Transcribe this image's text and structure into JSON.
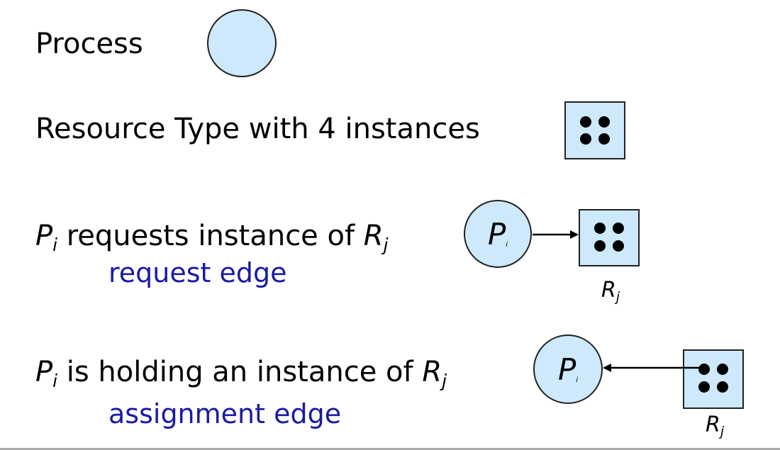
{
  "rows": {
    "process": {
      "label": "Process"
    },
    "resource": {
      "label": "Resource Type with 4 instances"
    },
    "request": {
      "label_var": "P",
      "label_var_sub": "i",
      "label_mid": " requests instance of ",
      "label_res": "R",
      "label_res_sub": "j",
      "caption": "request edge",
      "node_var": "P",
      "node_sub": "i",
      "res_var": "R",
      "res_sub": "j"
    },
    "assignment": {
      "label_var": "P",
      "label_var_sub": "i",
      "label_mid": " is holding an instance of ",
      "label_res": "R",
      "label_res_sub": "j",
      "caption": "assignment edge",
      "node_var": "P",
      "node_sub": "i",
      "res_var": "R",
      "res_sub": "j"
    }
  },
  "colors": {
    "node_fill": "#cde9fb",
    "caption_text": "#1a1aa6"
  },
  "icons": [
    "circle-process",
    "square-resource",
    "arrow-right",
    "arrow-left"
  ]
}
